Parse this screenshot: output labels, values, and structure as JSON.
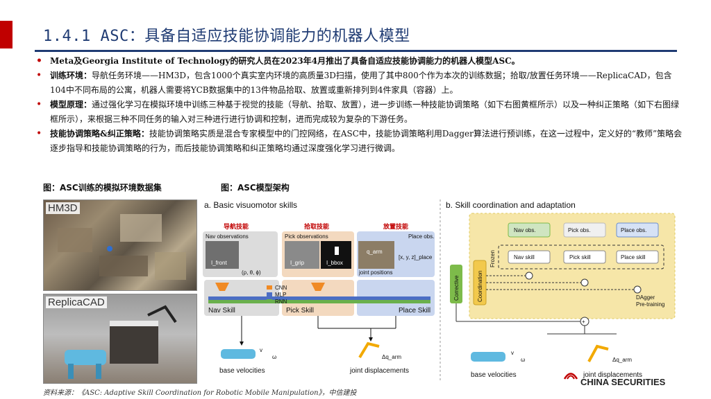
{
  "header": {
    "title": "1.4.1 ASC：具备自适应技能协调能力的机器人模型"
  },
  "bullets": [
    {
      "lead": "",
      "text": "Meta及Georgia Institute of Technology的研究人员在2023年4月推出了具备自适应技能协调能力的机器人模型ASC。"
    },
    {
      "lead": "训练环境：",
      "text": "导航任务环境——HM3D，包含1000个真实室内环境的高质量3D扫描，使用了其中800个作为本次的训练数据；拾取/放置任务环境——ReplicaCAD，包含104中不同布局的公寓，机器人需要将YCB数据集中的13件物品拾取、放置或重新排列到4件家具（容器）上。"
    },
    {
      "lead": "模型原理：",
      "text": "通过强化学习在模拟环境中训练三种基于视觉的技能（导航、拾取、放置），进一步训练一种技能协调策略（如下右图黄框所示）以及一种纠正策略（如下右图绿框所示），来根据三种不同任务的输入对三种进行进行协调和控制，进而完成较为复杂的下游任务。"
    },
    {
      "lead": "技能协调策略&纠正策略：",
      "text": "技能协调策略实质是混合专家模型中的门控网络，在ASC中，技能协调策略利用Dagger算法进行预训练，在这一过程中，定义好的“教师”策略会逐步指导和技能协调策略的行为，而后技能协调策略和纠正策略均通过深度强化学习进行微调。"
    }
  ],
  "captions": {
    "left": "图：ASC训练的模拟环境数据集",
    "right": "图：ASC模型架构"
  },
  "photos": {
    "top_label": "HM3D",
    "bottom_label": "ReplicaCAD"
  },
  "figure": {
    "a_title": "a. Basic visuomotor skills",
    "b_title": "b. Skill coordination and adaptation",
    "nav_cn": "导航技能",
    "pick_cn": "拾取技能",
    "place_cn": "放置技能",
    "nav_obs": "Nav observations",
    "pick_obs": "Pick observations",
    "place_obs": "Place obs.",
    "i_front": "I_front",
    "i_grip": "I_grip",
    "i_bbox": "I_bbox",
    "q_arm": "q_arm",
    "joint_positions": "joint positions",
    "xyz_place": "[x, y, z]_place",
    "rho": "(ρ, θ, ϕ)",
    "legend_cnn": "CNN",
    "legend_mlp": "MLP",
    "legend_rnn": "RNN",
    "nav_skill": "Nav Skill",
    "pick_skill": "Pick Skill",
    "place_skill": "Place Skill",
    "base_velocities": "base velocities",
    "joint_displacements": "joint displacements",
    "v": "v",
    "omega": "ω",
    "dq": "Δq_arm",
    "b_nav_obs": "Nav obs.",
    "b_pick_obs": "Pick obs.",
    "b_place_obs": "Place obs.",
    "b_nav_skill": "Nav skill",
    "b_pick_skill": "Pick skill",
    "b_place_skill": "Place skill",
    "frozen": "Frozen",
    "corrective": "Corrective",
    "coordination": "Coordination",
    "dagger": "DAgger",
    "pretraining": "Pre-training",
    "b_base_velocities": "base velocities",
    "b_joint_displacements": "joint displacements"
  },
  "footer": {
    "source": "资料来源：《ASC: Adaptive Skill Coordination for Robotic Mobile Manipulation》，中信建投",
    "logo": "CHINA SECURITIES"
  },
  "colors": {
    "brand_blue": "#1f3b73",
    "brand_red": "#c00000",
    "yellow_box": "#f6e6a8",
    "green_box": "#7dbb4a"
  }
}
